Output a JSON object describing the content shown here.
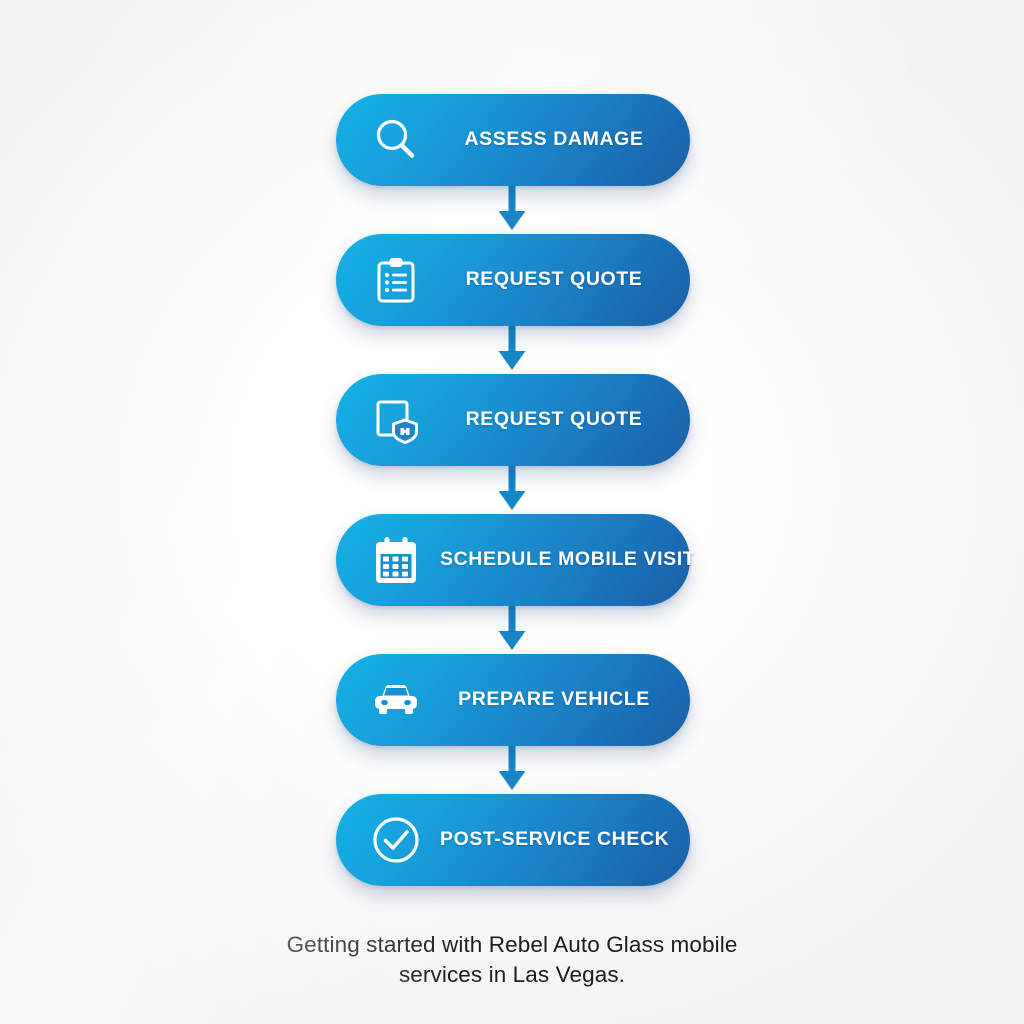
{
  "theme": {
    "background": "#f7f7f8",
    "pill_gradient_start": "#14b2e6",
    "pill_gradient_end": "#1c5fa6",
    "arrow_color": "#1686c9",
    "label_color": "#ffffff",
    "caption_color": "#1d1d1f"
  },
  "flow": {
    "title": "Getting started with Rebel Auto Glass mobile services in Las Vegas.",
    "steps": [
      {
        "label": "ASSESS DAMAGE",
        "icon": "magnifier-icon"
      },
      {
        "label": "REQUEST QUOTE",
        "icon": "clipboard-checklist-icon"
      },
      {
        "label": "REQUEST QUOTE",
        "icon": "document-shield-icon"
      },
      {
        "label": "SCHEDULE MOBILE VISIT",
        "icon": "calendar-icon"
      },
      {
        "label": "PREPARE VEHICLE",
        "icon": "car-icon"
      },
      {
        "label": "POST-SERVICE CHECK",
        "icon": "check-circle-icon"
      }
    ],
    "connectors": [
      {
        "icon": "arrow-down-icon"
      },
      {
        "icon": "arrow-down-icon"
      },
      {
        "icon": "arrow-down-icon"
      },
      {
        "icon": "arrow-down-icon"
      },
      {
        "icon": "arrow-down-icon"
      }
    ]
  },
  "caption": {
    "line1": "Getting started with Rebel Auto Glass mobile",
    "line2": "services in Las Vegas."
  }
}
